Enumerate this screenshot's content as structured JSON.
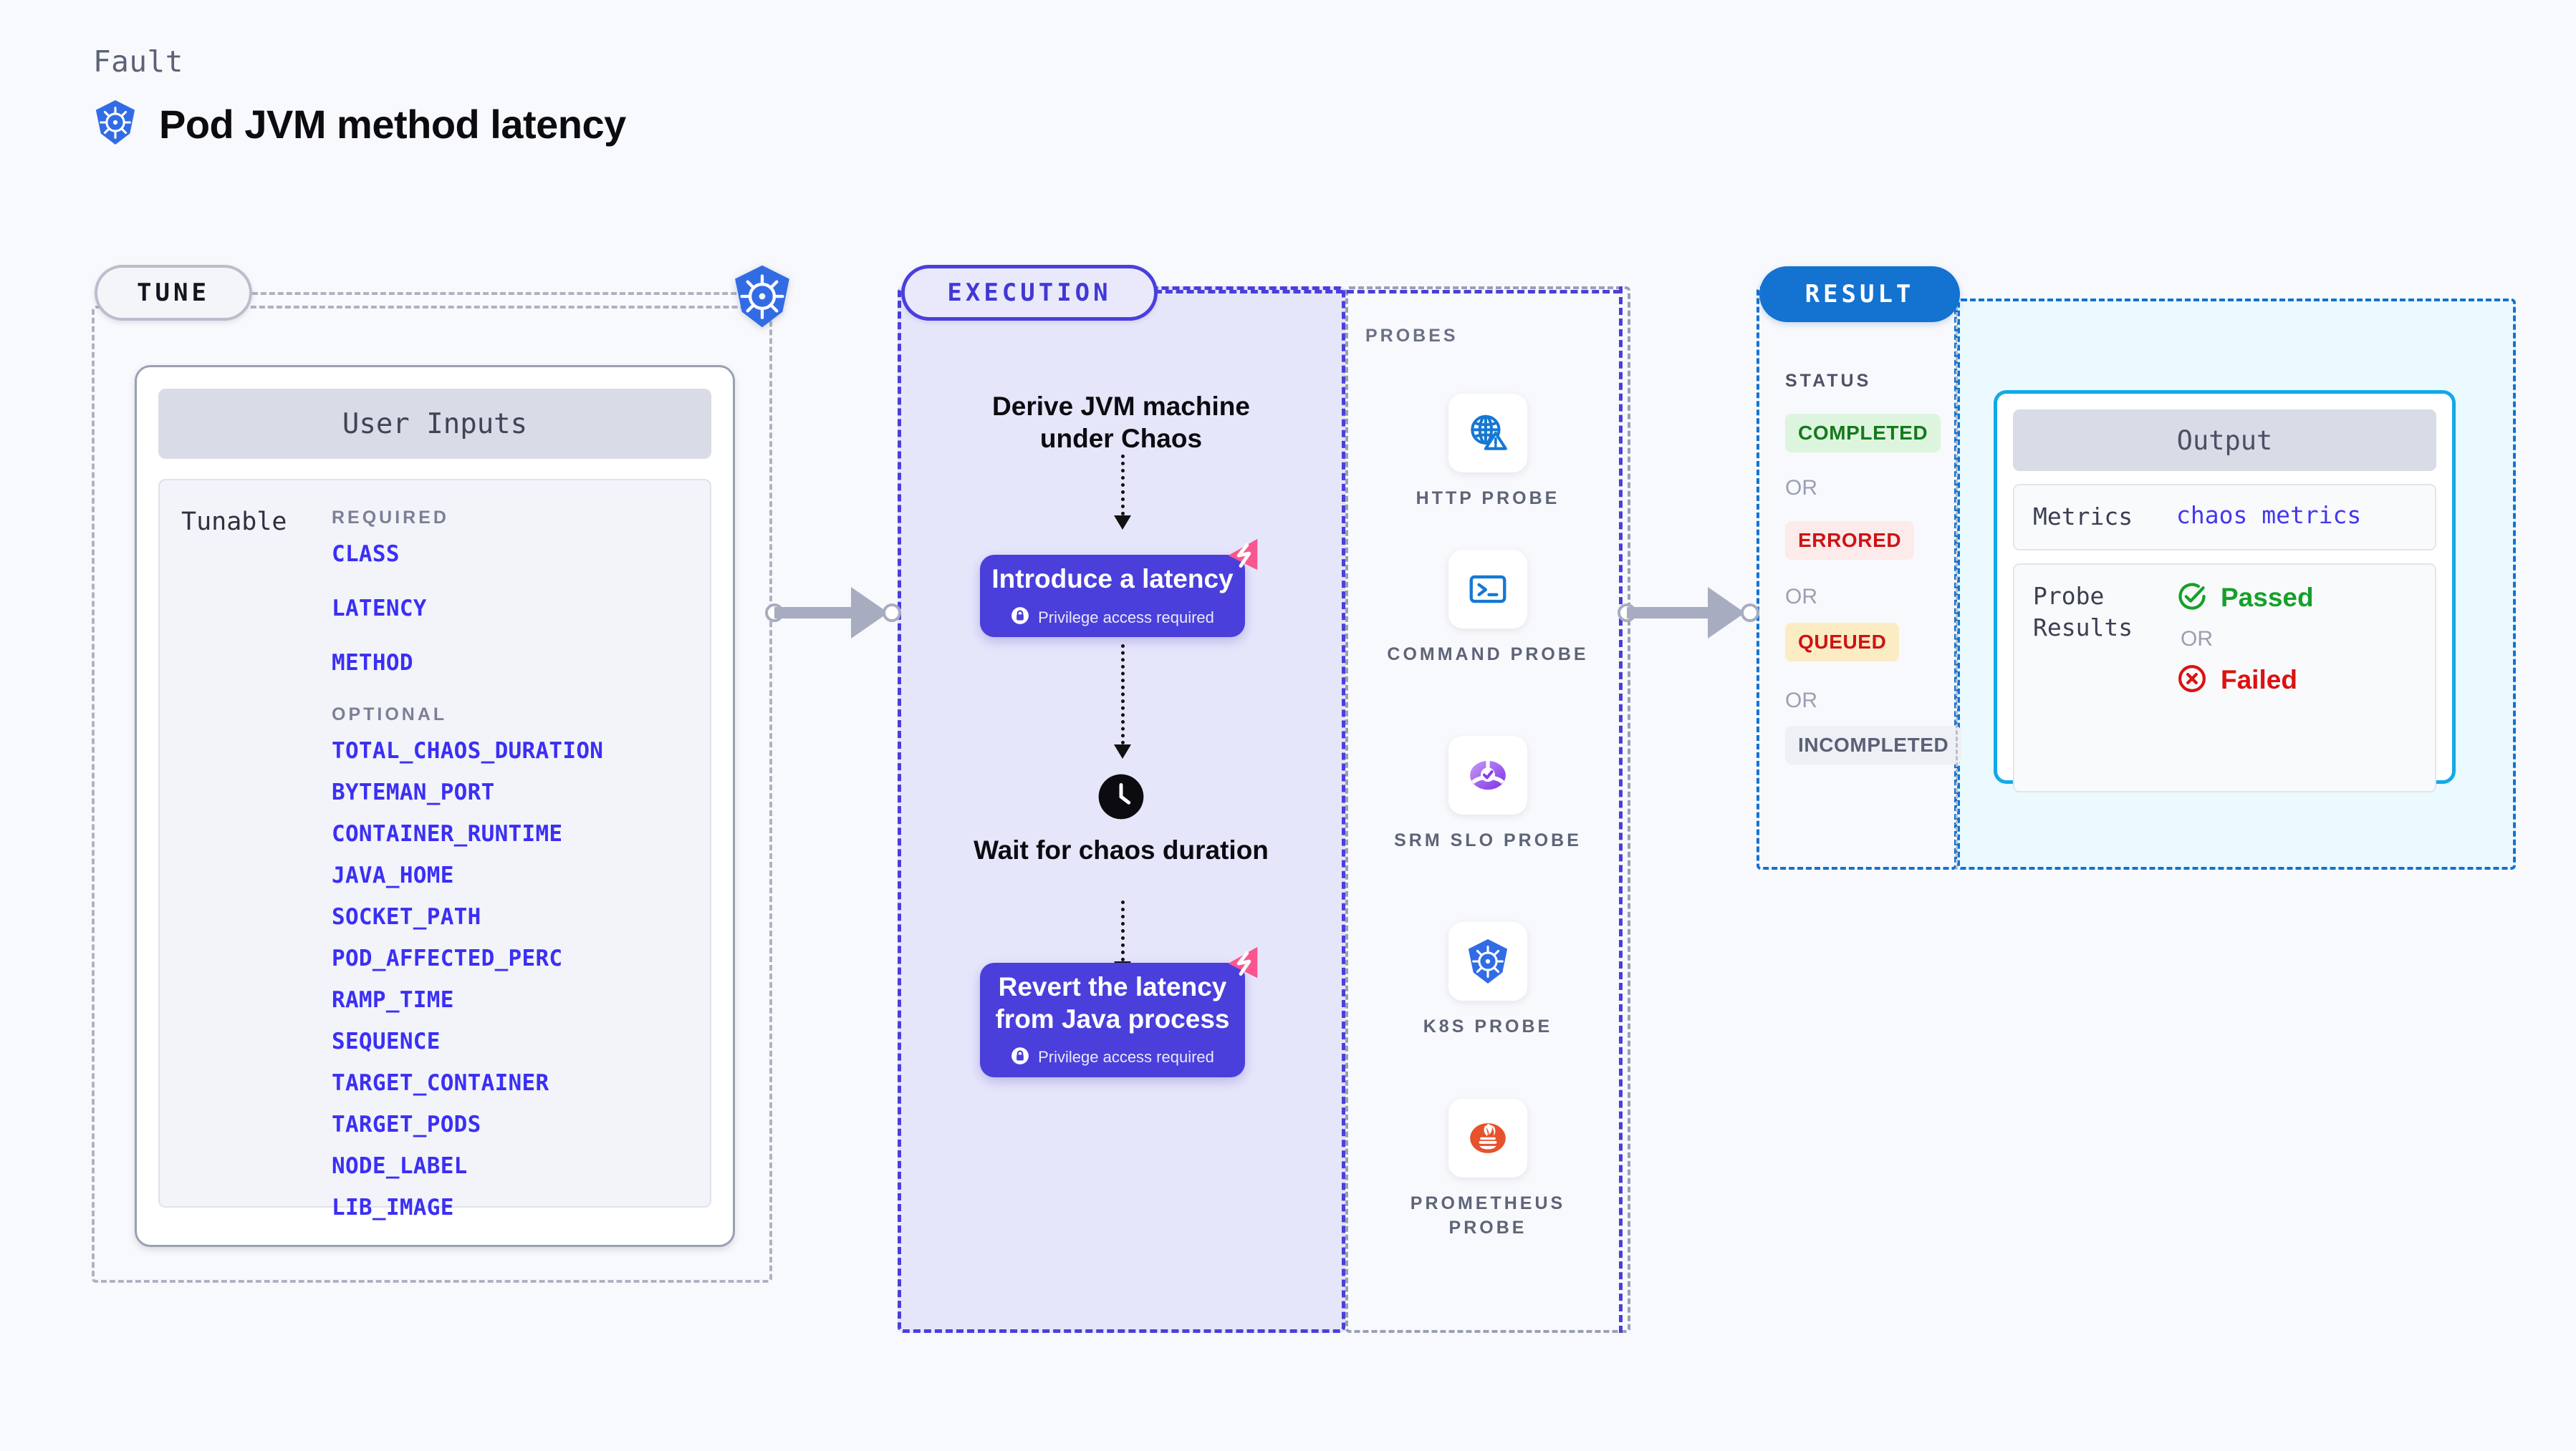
{
  "header": {
    "eyebrow": "Fault",
    "title": "Pod JVM method latency",
    "icon": "kubernetes-icon"
  },
  "tune": {
    "pill_label": "TUNE",
    "badge_icon": "kubernetes-icon",
    "card": {
      "header": "User Inputs",
      "row_label": "Tunable",
      "required_label": "REQUIRED",
      "required_params": [
        "CLASS",
        "LATENCY",
        "METHOD"
      ],
      "optional_label": "OPTIONAL",
      "optional_params": [
        "TOTAL_CHAOS_DURATION",
        "BYTEMAN_PORT",
        "CONTAINER_RUNTIME",
        "JAVA_HOME",
        "SOCKET_PATH",
        "POD_AFFECTED_PERC",
        "RAMP_TIME",
        "SEQUENCE",
        "TARGET_CONTAINER",
        "TARGET_PODS",
        "NODE_LABEL",
        "LIB_IMAGE"
      ]
    }
  },
  "execution": {
    "pill_label": "EXECUTION",
    "step1_text": "Derive JVM machine under Chaos",
    "card1": {
      "title": "Introduce a latency",
      "privilege": "Privilege access required",
      "lock_icon": "lock-icon",
      "badge_icon": "chaos-badge-icon"
    },
    "wait_text": "Wait for chaos duration",
    "wait_icon": "clock-icon",
    "card2": {
      "title": "Revert the latency from Java process",
      "privilege": "Privilege access required",
      "lock_icon": "lock-icon",
      "badge_icon": "chaos-badge-icon"
    }
  },
  "probes": {
    "label": "PROBES",
    "items": [
      {
        "name": "HTTP PROBE",
        "icon": "globe-warning-icon"
      },
      {
        "name": "COMMAND PROBE",
        "icon": "terminal-icon"
      },
      {
        "name": "SRM SLO PROBE",
        "icon": "srm-slo-icon"
      },
      {
        "name": "K8S PROBE",
        "icon": "kubernetes-icon"
      },
      {
        "name": "PROMETHEUS PROBE",
        "icon": "prometheus-icon"
      }
    ]
  },
  "result": {
    "pill_label": "RESULT",
    "status_label": "STATUS",
    "or_label": "OR",
    "statuses": [
      {
        "label": "COMPLETED",
        "bg": "#ddf5de",
        "fg": "#147a1d"
      },
      {
        "label": "ERRORED",
        "bg": "#fdeaea",
        "fg": "#cc1414"
      },
      {
        "label": "QUEUED",
        "bg": "#fcecc4",
        "fg": "#cc1414"
      },
      {
        "label": "INCOMPLETED",
        "bg": "#eef0f5",
        "fg": "#5a6075"
      }
    ],
    "output": {
      "header": "Output",
      "metrics_key": "Metrics",
      "metrics_value": "chaos metrics",
      "probe_results_key": "Probe Results",
      "passed_label": "Passed",
      "failed_label": "Failed",
      "or_label": "OR",
      "passed_icon": "check-circle-icon",
      "failed_icon": "x-circle-icon"
    }
  },
  "colors": {
    "accent_purple": "#4a3fdb",
    "accent_blue": "#1472d0",
    "accent_cyan": "#12a9e8",
    "link_blue": "#3b2ff5",
    "pink_badge": "#f9568f",
    "k8s_blue": "#326ce5",
    "prometheus_orange": "#e6522c",
    "success_green": "#15a02a",
    "danger_red": "#dd1111"
  }
}
